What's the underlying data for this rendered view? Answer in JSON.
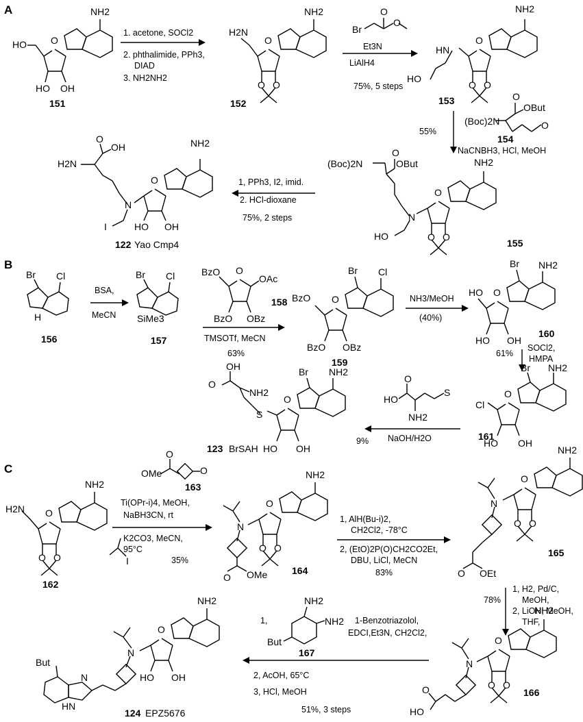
{
  "sections": {
    "a": "A",
    "b": "B",
    "c": "C"
  },
  "atoms": {
    "nh2": "NH2",
    "n": "N",
    "ho": "HO",
    "oh": "OH",
    "o": "O",
    "br": "Br",
    "cl": "Cl",
    "h2n": "H2N",
    "h": "H",
    "i": "I",
    "s": "S",
    "sime3": "SiMe3",
    "bzo": "BzO",
    "obz": "OBz",
    "oac": "OAc",
    "boc2n": "(Boc)2N",
    "obut": "OBut",
    "bu_t": "But",
    "ome": "OMe",
    "oet": "OEt",
    "hn": "HN"
  },
  "compounds": {
    "c151": "151",
    "c152": "152",
    "c153": "153",
    "c154": "154",
    "c155": "155",
    "c122": "122",
    "c122_name": "Yao Cmp4",
    "c156": "156",
    "c157": "157",
    "c158": "158",
    "c159": "159",
    "c160": "160",
    "c161": "161",
    "c123": "123",
    "c123_name": "BrSAH",
    "c162": "162",
    "c163": "163",
    "c164": "164",
    "c165": "165",
    "c166": "166",
    "c167": "167",
    "c124": "124",
    "c124_name": "EPZ5676"
  },
  "conditions": {
    "a1_1": "1. acetone, SOCl2",
    "a1_2": "2. phthalimide, PPh3,",
    "a1_3": "DIAD",
    "a1_4": "3. NH2NH2",
    "a2_1": "Et3N",
    "a2_2": "LiAlH4",
    "a2_3": "75%, 5 steps",
    "a3_yield": "55%",
    "a3_1": "NaCNBH3, HCl, MeOH",
    "a4_1": "1, PPh3, I2, imid.",
    "a4_2": "2. HCl-dioxane",
    "a4_3": "75%, 2 steps",
    "b1_1": "BSA,",
    "b1_2": "MeCN",
    "b2_1": "TMSOTf, MeCN",
    "b2_2": "63%",
    "b3_1": "NH3/MeOH",
    "b3_2": "(40%)",
    "b4_yield": "61%",
    "b4_1": "SOCl2,",
    "b4_2": "HMPA",
    "b5_1": "NaOH/H2O",
    "b5_2": "9%",
    "c1_1": "Ti(OPr-i)4, MeOH,",
    "c1_2": "NaBH3CN, rt",
    "c1_3": "K2CO3, MeCN,",
    "c1_4": "95°C",
    "c1_5": "35%",
    "c2_1": "1, AlH(Bu-i)2,",
    "c2_2": "CH2Cl2, -78°C",
    "c2_3": "2, (EtO)2P(O)CH2CO2Et,",
    "c2_4": "DBU, LiCl, MeCN",
    "c2_5": "83%",
    "c3_yield": "78%",
    "c3_1": "1, H2, Pd/C,",
    "c3_2": "MeOH,",
    "c3_3": "2, LiOH, MeOH,",
    "c3_4": "THF,",
    "c4_1": "1,",
    "c4_2": "1-Benzotriazolol,",
    "c4_3": "EDCI,Et3N, CH2Cl2,",
    "c4_4": "2, AcOH, 65°C",
    "c4_5": "3, HCl, MeOH",
    "c4_6": "51%, 3 steps"
  }
}
